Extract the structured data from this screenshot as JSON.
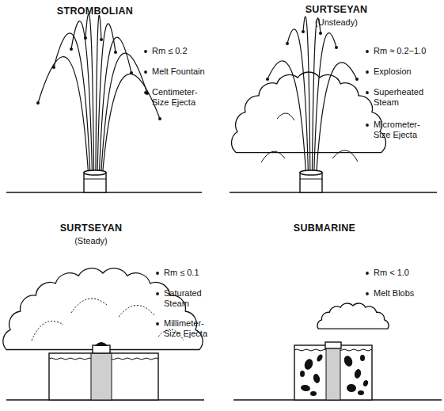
{
  "diagram": {
    "labels": [
      "STROMBOLIAN",
      "Rm ≤ 0.2",
      "Melt Fountain",
      "Centimeter-Size Ejecta",
      "SURTSEYAN",
      "(Unsteady)",
      "Rm ≈ 0.2−1.0",
      "Explosion",
      "Superheated Steam",
      "Micrometer-Size Ejecta",
      "SURTSEYAN",
      "(Steady)",
      "Rm ≤ 0.1",
      "Saturated Steam",
      "Millimeter-Size Ejecta",
      "SUBMARINE",
      "Rm < 1.0",
      "Melt Blobs"
    ]
  }
}
